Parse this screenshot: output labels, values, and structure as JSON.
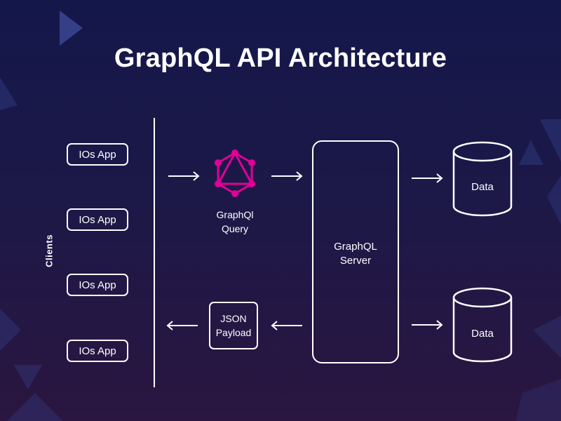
{
  "title": "GraphQL API Architecture",
  "clients": {
    "label": "Clients",
    "items": [
      {
        "label": "IOs App"
      },
      {
        "label": "IOs App"
      },
      {
        "label": "IOs App"
      },
      {
        "label": "IOs App"
      }
    ]
  },
  "query": {
    "line1": "GraphQl",
    "line2": "Query"
  },
  "server": {
    "line1": "GraphQL",
    "line2": "Server"
  },
  "payload": {
    "line1": "JSON",
    "line2": "Payload"
  },
  "data_stores": [
    {
      "label": "Data"
    },
    {
      "label": "Data"
    }
  ],
  "colors": {
    "background_top": "#14174a",
    "background_bottom": "#2a1640",
    "graphql_logo": "#e10098",
    "foreground": "#ffffff",
    "decor": "#3a4a9a"
  },
  "icons": {
    "graphql": "graphql-logo-icon",
    "arrow_right": "arrow-right-icon",
    "arrow_left": "arrow-left-icon",
    "database": "database-icon"
  }
}
